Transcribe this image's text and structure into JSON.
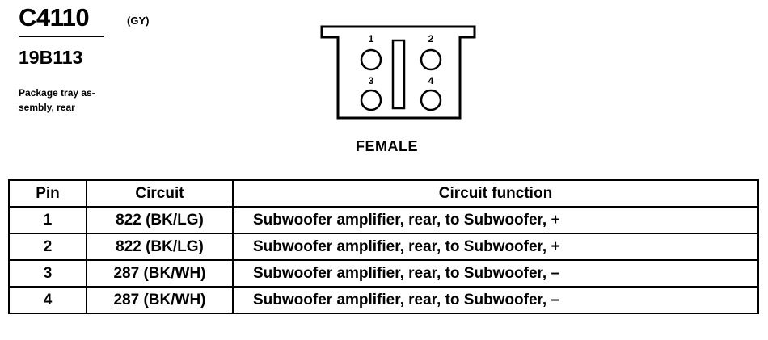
{
  "connector": {
    "id": "C4110",
    "color": "(GY)",
    "part_number": "19B113",
    "description": [
      "Package tray as-",
      "sembly, rear"
    ]
  },
  "face": {
    "label": "FEMALE",
    "pins": [
      "1",
      "2",
      "3",
      "4"
    ]
  },
  "table": {
    "headers": [
      "Pin",
      "Circuit",
      "Circuit function"
    ],
    "rows": [
      {
        "pin": "1",
        "circuit": "822 (BK/LG)",
        "function": "Subwoofer amplifier, rear, to Subwoofer, +"
      },
      {
        "pin": "2",
        "circuit": "822 (BK/LG)",
        "function": "Subwoofer amplifier, rear, to Subwoofer, +"
      },
      {
        "pin": "3",
        "circuit": "287 (BK/WH)",
        "function": "Subwoofer amplifier, rear, to Subwoofer, –"
      },
      {
        "pin": "4",
        "circuit": "287 (BK/WH)",
        "function": "Subwoofer amplifier, rear, to Subwoofer, –"
      }
    ]
  }
}
